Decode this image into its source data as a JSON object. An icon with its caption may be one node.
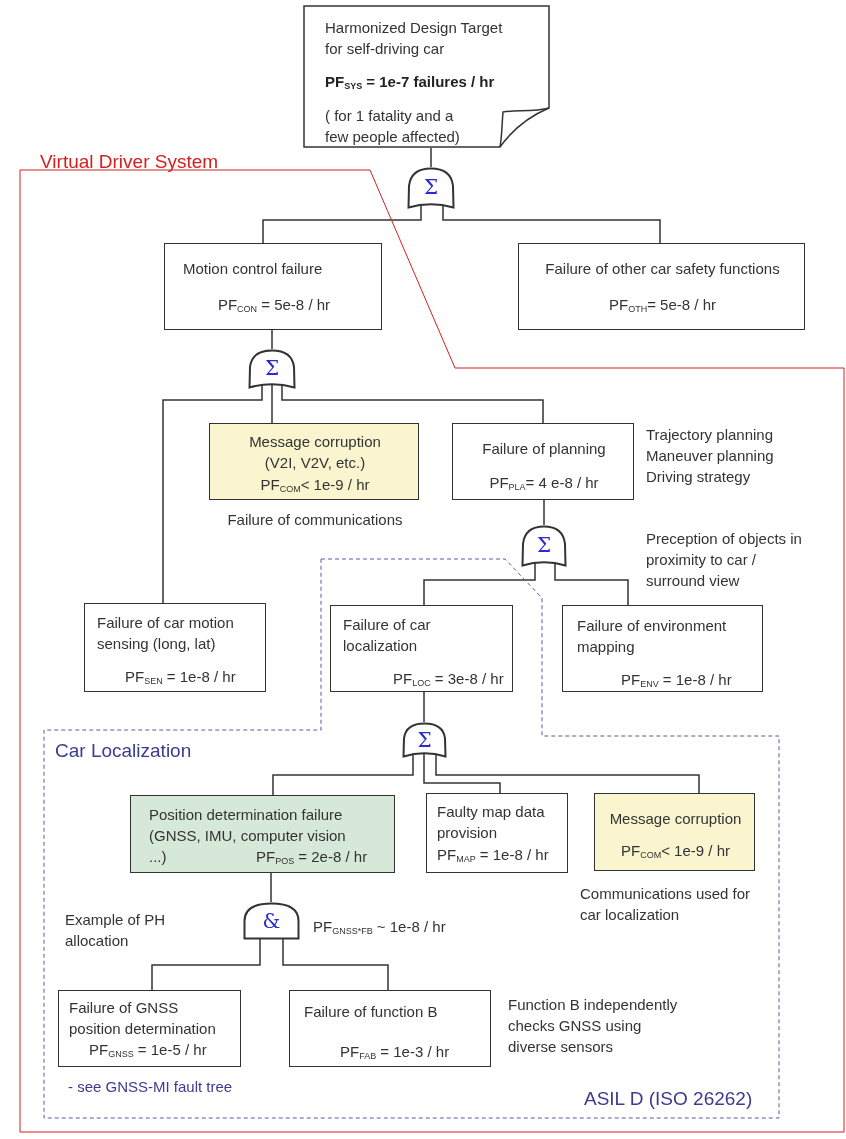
{
  "diagram": {
    "nodes": [
      {
        "text": [
          "Harmonized Design Target for self-driving car",
          "PF$_{SYS}$ = 1e-7 failures / hr",
          "( for 1 fatality and a few people affected)"
        ]
      },
      {
        "text": [
          "Virtual Driver System"
        ]
      },
      {
        "text": [
          "Σ"
        ]
      },
      {
        "text": [
          "Motion control failure",
          "PF$_{CON}$ = 5e-8 / hr"
        ],
        "in": 1
      },
      {
        "text": [
          "Failure of other car safety functions",
          "PF$_{OTH}$= 5e-8 / hr"
        ]
      },
      {
        "text": [
          "Σ"
        ],
        "in": 1
      },
      {
        "text": [
          "Message corruption (V2I, V2V, etc.)",
          "PF$_{COM}$< 1e-9 / hr"
        ],
        "beside": [
          "Failure of communications"
        ],
        "in": 1
      },
      {
        "text": [
          "Failure of planning",
          "PF$_{PLA}$= 4 e-8 / hr"
        ],
        "beside": [
          "Trajectory planning",
          "Maneuver planning",
          "Driving strategy"
        ],
        "in": 1
      },
      {
        "text": [
          "Σ"
        ],
        "in": 1
      },
      {
        "text": [
          "Failure of car motion sensing (long, lat)",
          "PF$_{SEN}$ = 1e-8 / hr"
        ],
        "in": 1
      },
      {
        "text": [
          "Car Localization",
          "ASIL D (ISO 26262)"
        ],
        "in": 1
      },
      {
        "text": [
          "Failure of car localization",
          "PF$_{LOC}$ = 3e-8 / hr"
        ],
        "in": 10
      },
      {
        "text": [
          "Failure of environment mapping",
          "PF$_{ENV}$ = 1e-8 / hr"
        ],
        "beside": [
          "Preception of objects in proximity to car / surround view"
        ],
        "in": 1
      },
      {
        "text": [
          "Σ"
        ],
        "in": 10
      },
      {
        "text": [
          "Position determination failure (GNSS, IMU, computer vision ...)",
          "PF$_{POS}$ = 2e-8 / hr"
        ],
        "in": 10
      },
      {
        "text": [
          "Faulty map data provision",
          "PF$_{MAP}$ = 1e-8 / hr"
        ],
        "in": 10
      },
      {
        "text": [
          "Message corruption",
          "PF$_{COM}$< 1e-9 / hr"
        ],
        "beside": [
          "Communications used for car localization"
        ],
        "in": 10
      },
      {
        "text": [
          "&"
        ],
        "beside": [
          "PF$_{GNSS*FB}$ ~ 1e-8 / hr"
        ],
        "in": 10
      },
      {
        "text": [
          "Failure of GNSS position determination",
          "PF$_{GNSS}$ = 1e-5 / hr"
        ],
        "beside": [
          "- see GNSS-MI fault tree"
        ],
        "in": 10
      },
      {
        "text": [
          "Failure of function B",
          "PF$_{FAB}$ = 1e-3 / hr"
        ],
        "beside": [
          "Function B independently checks GNSS using diverse sensors"
        ],
        "in": 10
      }
    ],
    "edges": [
      {
        "from": 0,
        "to": 2,
        "arrow": "none"
      },
      {
        "from": 2,
        "to": 3,
        "arrow": "none"
      },
      {
        "from": 2,
        "to": 4,
        "arrow": "none"
      },
      {
        "from": 3,
        "to": 5,
        "arrow": "none"
      },
      {
        "from": 5,
        "to": 9,
        "arrow": "none"
      },
      {
        "from": 5,
        "to": 6,
        "arrow": "none"
      },
      {
        "from": 5,
        "to": 7,
        "arrow": "none"
      },
      {
        "from": 7,
        "to": 8,
        "arrow": "none"
      },
      {
        "from": 8,
        "to": 11,
        "arrow": "none"
      },
      {
        "from": 8,
        "to": 12,
        "arrow": "none"
      },
      {
        "from": 11,
        "to": 13,
        "arrow": "none"
      },
      {
        "from": 13,
        "to": 14,
        "arrow": "none"
      },
      {
        "from": 13,
        "to": 15,
        "arrow": "none"
      },
      {
        "from": 13,
        "to": 16,
        "arrow": "none"
      },
      {
        "from": 14,
        "to": 17,
        "arrow": "none"
      },
      {
        "from": 17,
        "to": 18,
        "arrow": "none"
      },
      {
        "from": 17,
        "to": 19,
        "arrow": "none"
      }
    ],
    "labels": [
      "Example of PH allocation"
    ]
  }
}
